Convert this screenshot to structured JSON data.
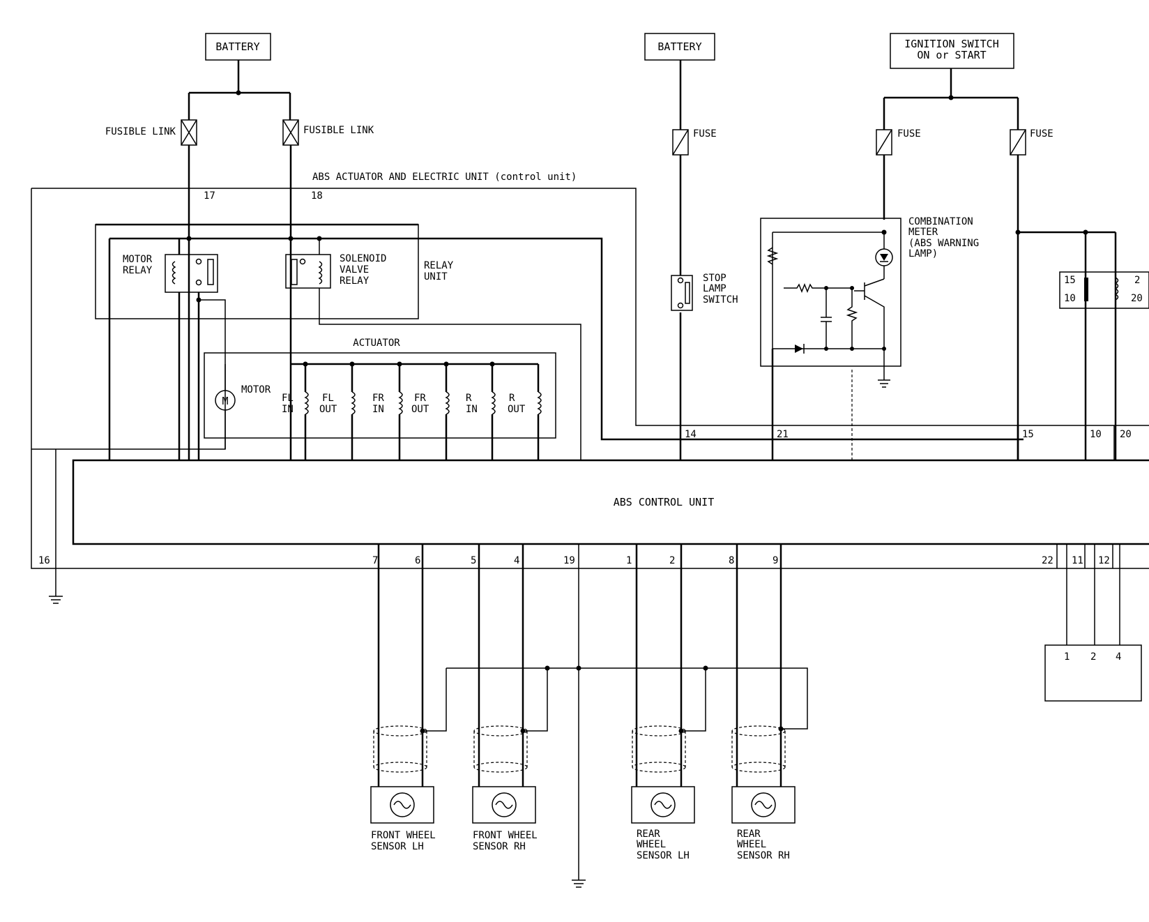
{
  "labels": {
    "battery_left": "BATTERY",
    "battery_mid": "BATTERY",
    "ignition_line1": "IGNITION SWITCH",
    "ignition_line2": "ON or START",
    "fusible_link_left": "FUSIBLE LINK",
    "fusible_link_right": "FUSIBLE LINK",
    "fuse_stop": "FUSE",
    "fuse_meter": "FUSE",
    "fuse_right": "FUSE",
    "abs_actuator_unit": "ABS ACTUATOR AND ELECTRIC UNIT (control unit)",
    "motor_relay_1": "MOTOR",
    "motor_relay_2": "RELAY",
    "solenoid_1": "SOLENOID",
    "solenoid_2": "VALVE",
    "solenoid_3": "RELAY",
    "relay_unit_1": "RELAY",
    "relay_unit_2": "UNIT",
    "actuator": "ACTUATOR",
    "motor": "MOTOR",
    "motor_symbol": "M",
    "stop_lamp_1": "STOP",
    "stop_lamp_2": "LAMP",
    "stop_lamp_3": "SWITCH",
    "combo_1": "COMBINATION",
    "combo_2": "METER",
    "combo_3": "(ABS WARNING",
    "combo_4": "LAMP)",
    "abs_control_unit": "ABS CONTROL UNIT",
    "fl_in_1": "FL",
    "fl_in_2": "IN",
    "fl_out_1": "FL",
    "fl_out_2": "OUT",
    "fr_in_1": "FR",
    "fr_in_2": "IN",
    "fr_out_1": "FR",
    "fr_out_2": "OUT",
    "r_in_1": "R",
    "r_in_2": "IN",
    "r_out_1": "R",
    "r_out_2": "OUT",
    "sensor_fl_1": "FRONT WHEEL",
    "sensor_fl_2": "SENSOR LH",
    "sensor_fr_1": "FRONT WHEEL",
    "sensor_fr_2": "SENSOR RH",
    "sensor_rl_1": "REAR",
    "sensor_rl_2": "WHEEL",
    "sensor_rl_3": "SENSOR LH",
    "sensor_rr_1": "REAR",
    "sensor_rr_2": "WHEEL",
    "sensor_rr_3": "SENSOR RH"
  },
  "pins": {
    "p17": "17",
    "p18": "18",
    "p14": "14",
    "p21": "21",
    "p15": "15",
    "p10": "10",
    "p20": "20",
    "p16": "16",
    "p7": "7",
    "p6": "6",
    "p5": "5",
    "p4": "4",
    "p19": "19",
    "p1": "1",
    "p2": "2",
    "p8": "8",
    "p9": "9",
    "p22": "22",
    "p11": "11",
    "p12": "12",
    "relay_15": "15",
    "relay_10": "10",
    "relay_2": "2",
    "relay_20": "20",
    "conn_1": "1",
    "conn_2": "2",
    "conn_4": "4"
  }
}
